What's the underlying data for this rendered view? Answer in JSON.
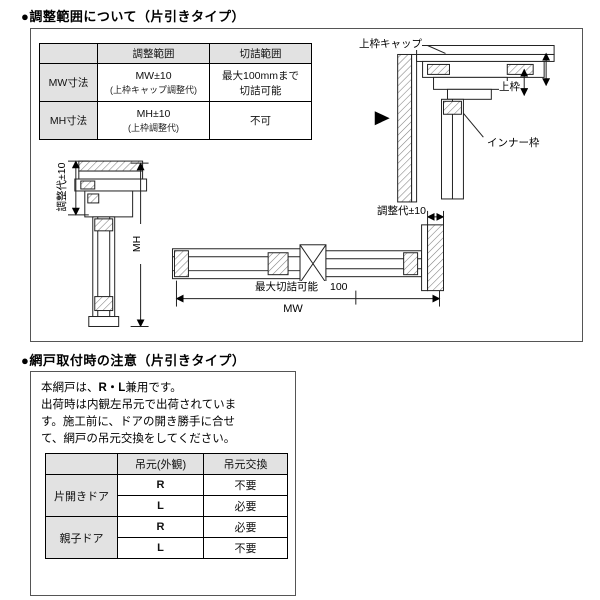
{
  "section1": {
    "heading": "●調整範囲について（片引きタイプ）",
    "table": {
      "header_adjust": "調整範囲",
      "header_cut": "切詰範囲",
      "rows": [
        {
          "label": "MW寸法",
          "adjust_main": "MW±10",
          "adjust_note": "(上枠キャップ調整代)",
          "cut": "最大100mmまで\n切詰可能"
        },
        {
          "label": "MH寸法",
          "adjust_main": "MH±10",
          "adjust_note": "(上枠調整代)",
          "cut": "不可"
        }
      ]
    },
    "drawing_labels": {
      "top_cap": "上枠キャップ",
      "top_frame": "上枠",
      "inner_frame": "インナー枠",
      "v_adjust": "調整代±10",
      "mh": "MH",
      "h_adjust": "調整代±10",
      "max_cut": "最大切詰可能",
      "max_cut_value": "100",
      "mw": "MW"
    }
  },
  "section2": {
    "heading": "●網戸取付時の注意（片引きタイプ）",
    "note": {
      "line1_pre": "本網戸は、",
      "line1_bold": "R・L",
      "line1_post": "兼用です。",
      "rest": "出荷時は内観左吊元で出荷されていま\nす。施工前に、ドアの開き勝手に合せ\nて、網戸の吊元交換をしてください。"
    },
    "table": {
      "header_hinge": "吊元(外観)",
      "header_exchange": "吊元交換",
      "groups": [
        {
          "label": "片開きドア",
          "rows": [
            {
              "hinge": "R",
              "exchange": "不要"
            },
            {
              "hinge": "L",
              "exchange": "必要"
            }
          ]
        },
        {
          "label": "親子ドア",
          "rows": [
            {
              "hinge": "R",
              "exchange": "必要"
            },
            {
              "hinge": "L",
              "exchange": "不要"
            }
          ]
        }
      ]
    }
  }
}
